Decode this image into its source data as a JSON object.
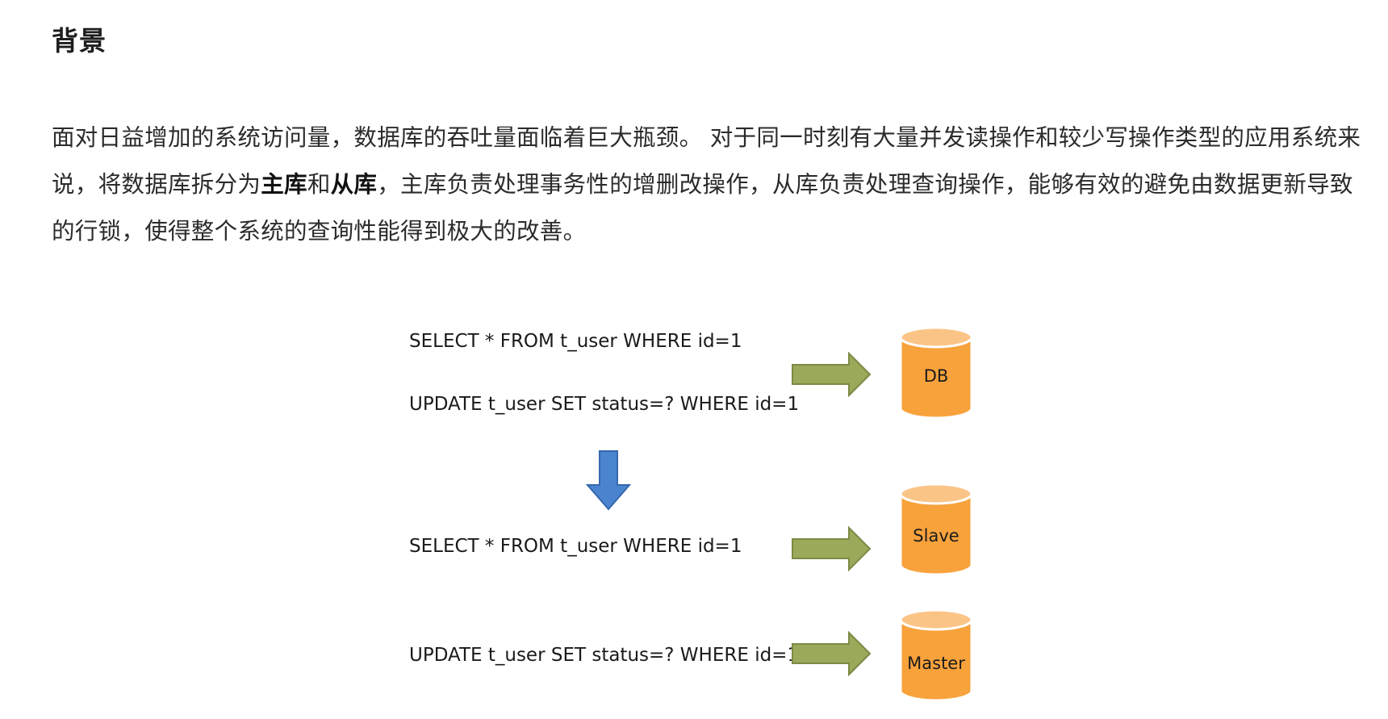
{
  "heading": "背景",
  "paragraph": {
    "part1": "面对日益增加的系统访问量，数据库的吞吐量面临着巨大瓶颈。 对于同一时刻有大量并发读操作和较少写操作类型的应用系统来说，将数据库拆分为",
    "bold1": "主库",
    "part2": "和",
    "bold2": "从库",
    "part3": "，主库负责处理事务性的增删改操作，从库负责处理查询操作，能够有效的避免由数据更新导致的行锁，使得整个系统的查询性能得到极大的改善。"
  },
  "diagram": {
    "top_select": "SELECT * FROM t_user WHERE id=1",
    "top_update": "UPDATE t_user SET status=? WHERE id=1",
    "top_db": "DB",
    "bottom_select": "SELECT * FROM t_user WHERE id=1",
    "slave_db": "Slave",
    "bottom_update": "UPDATE t_user SET status=? WHERE id=1",
    "master_db": "Master"
  },
  "colors": {
    "arrow_green": "#9aa95a",
    "arrow_green_border": "#7c8a45",
    "arrow_blue": "#4a84cf",
    "arrow_blue_border": "#3568ae",
    "cylinder_orange": "#f8a23c",
    "cylinder_top": "#fbc487",
    "cylinder_rim": "#ffffff"
  }
}
